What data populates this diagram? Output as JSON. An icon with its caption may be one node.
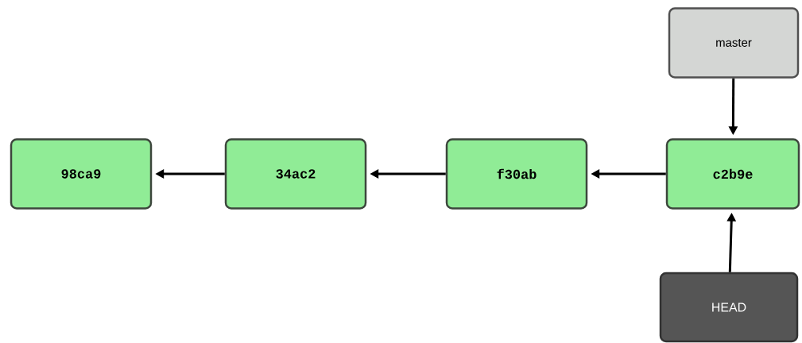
{
  "diagram": {
    "nodes": [
      {
        "text": [
          "98ca9"
        ]
      },
      {
        "text": [
          "34ac2"
        ]
      },
      {
        "text": [
          "f30ab"
        ]
      },
      {
        "text": [
          "c2b9e"
        ]
      },
      {
        "text": [
          "master"
        ]
      },
      {
        "text": [
          "HEAD"
        ]
      }
    ],
    "edges": [
      {
        "from": 3,
        "to": 2,
        "arrow": "to"
      },
      {
        "from": 2,
        "to": 1,
        "arrow": "to"
      },
      {
        "from": 1,
        "to": 0,
        "arrow": "to"
      },
      {
        "from": 4,
        "to": 3,
        "arrow": "to"
      },
      {
        "from": 5,
        "to": 3,
        "arrow": "to"
      }
    ]
  }
}
